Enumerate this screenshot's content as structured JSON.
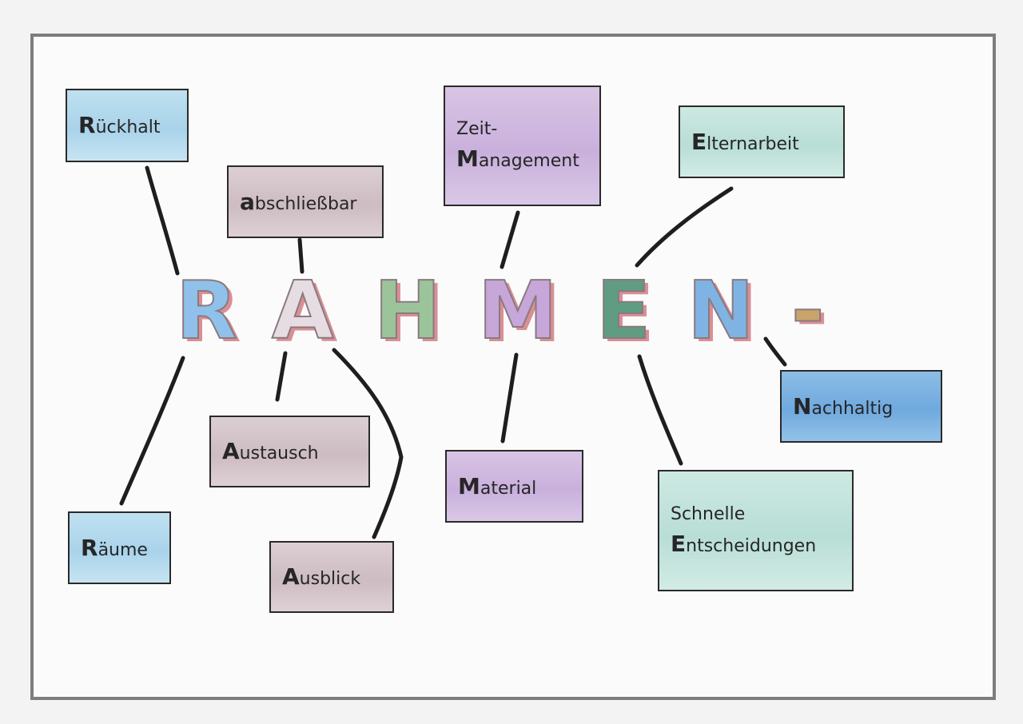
{
  "title": {
    "letters": [
      {
        "char": "R",
        "color": "#8fc1ea"
      },
      {
        "char": "A",
        "color": "#e6dde3"
      },
      {
        "char": "H",
        "color": "#9cc49a"
      },
      {
        "char": "M",
        "color": "#c7a6d9"
      },
      {
        "char": "E",
        "color": "#5f9c82"
      },
      {
        "char": "N",
        "color": "#7fb3e3"
      },
      {
        "char": "-",
        "color": "#c9a46a"
      }
    ]
  },
  "boxes": {
    "rueckhalt": {
      "initial": "R",
      "rest": "ückhalt"
    },
    "abschliessbar": {
      "initial": "a",
      "rest": "bschließbar"
    },
    "zeit_management": {
      "line1": "Zeit-",
      "initial": "M",
      "rest": "anagement"
    },
    "elternarbeit": {
      "initial": "E",
      "rest": "lternarbeit"
    },
    "raeume": {
      "initial": "R",
      "rest": "äume"
    },
    "austausch": {
      "initial": "A",
      "rest": "ustausch"
    },
    "ausblick": {
      "initial": "A",
      "rest": "usblick"
    },
    "material": {
      "initial": "M",
      "rest": "aterial"
    },
    "schnelle_entscheidungen": {
      "line1": "Schnelle",
      "initial": "E",
      "rest": "ntscheidungen"
    },
    "nachhaltig": {
      "initial": "N",
      "rest": "achhaltig"
    }
  }
}
